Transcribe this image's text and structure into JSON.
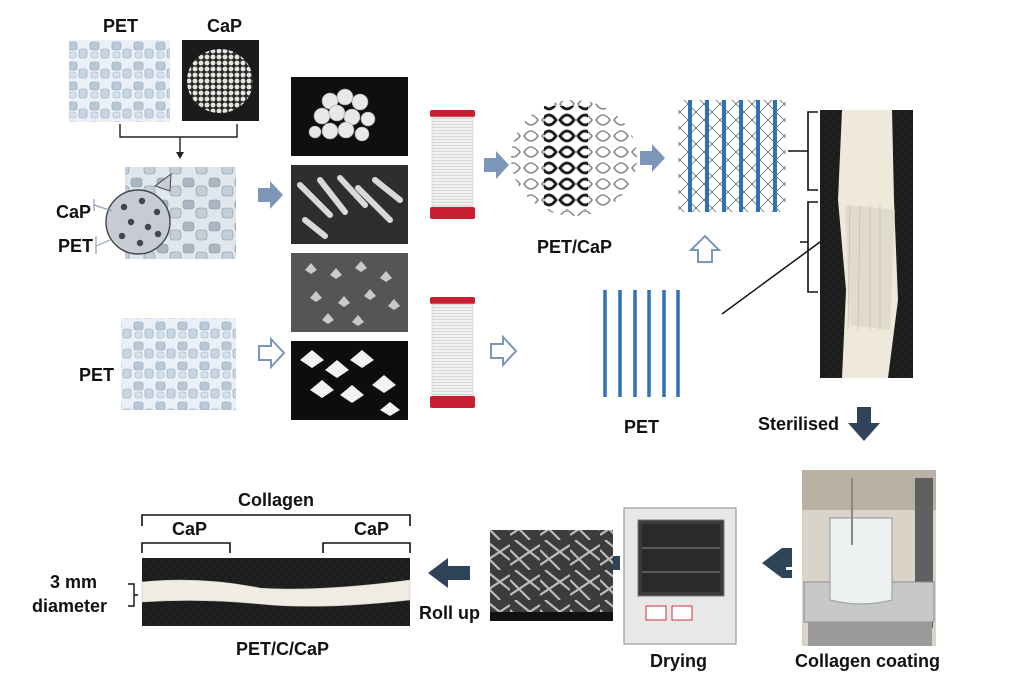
{
  "labels": {
    "pet_top": "PET",
    "cap_top": "CaP",
    "cap_side": "CaP",
    "pet_side": "PET",
    "pet_left": "PET",
    "pet_cap": "PET/CaP",
    "pet_bottom": "PET",
    "sterilised": "Sterilised",
    "collagen_coating": "Collagen coating",
    "drying": "Drying",
    "roll_up": "Roll up",
    "collagen": "Collagen",
    "cap_left": "CaP",
    "cap_right": "CaP",
    "diameter_line1": "3 mm",
    "diameter_line2": "diameter",
    "final_product": "PET/C/CaP"
  },
  "colors": {
    "arrow_blue": "#7b96b8",
    "arrow_dark": "#2f4459",
    "fiber_blue": "#2f72b5",
    "spool_red": "#c81e32"
  }
}
